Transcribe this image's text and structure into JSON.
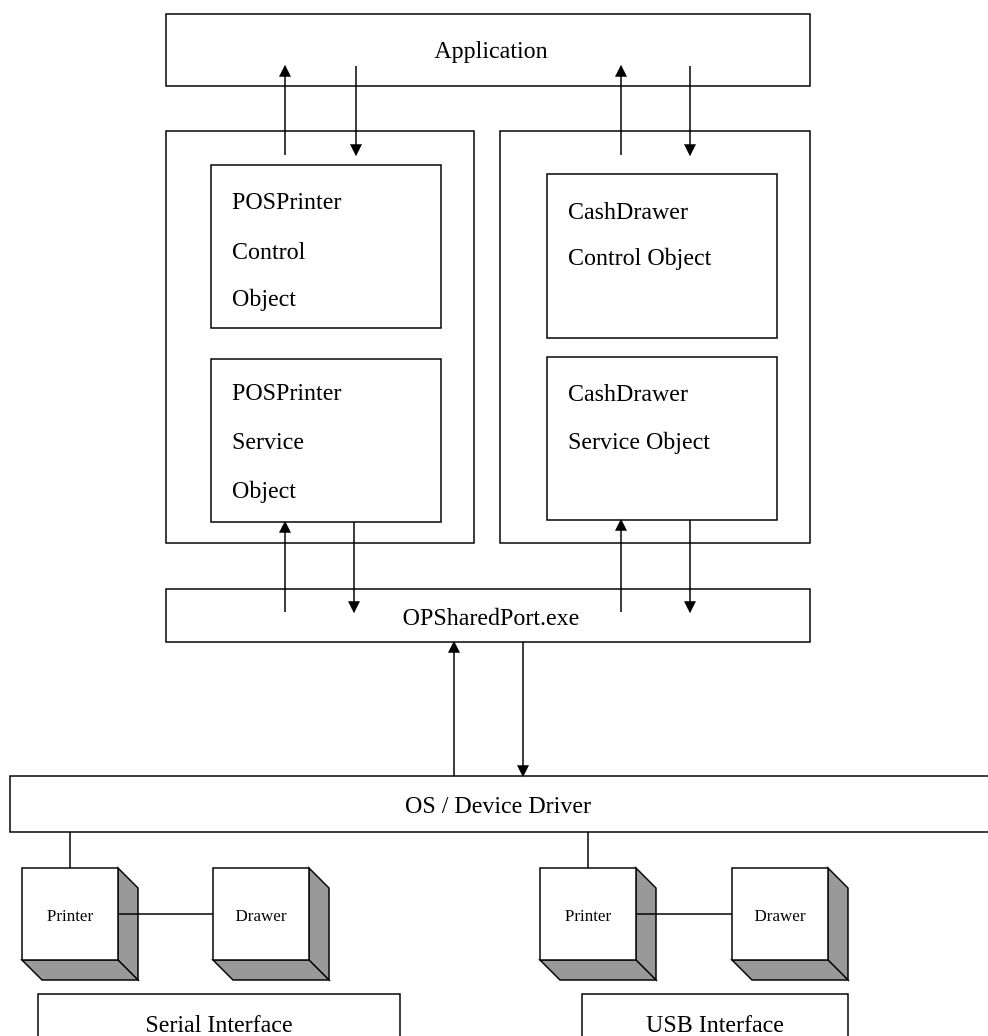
{
  "diagram": {
    "application": "Application",
    "posprinter_control": [
      "POSPrinter",
      "Control",
      "Object"
    ],
    "posprinter_service": [
      "POSPrinter",
      "Service",
      "Object"
    ],
    "cashdrawer_control": [
      "CashDrawer",
      "Control Object"
    ],
    "cashdrawer_service": [
      "CashDrawer",
      "Service Object"
    ],
    "shared_port": "OPSharedPort.exe",
    "os_driver": "OS / Device Driver",
    "serial_printer": "Printer",
    "serial_drawer": "Drawer",
    "usb_printer": "Printer",
    "usb_drawer": "Drawer",
    "serial_interface": "Serial Interface",
    "usb_interface": "USB Interface"
  },
  "colors": {
    "line": "#000000",
    "box_fill": "#ffffff",
    "device_shade": "#999999"
  },
  "icons": {
    "arrow": "arrowhead-triangle",
    "device": "3d-box"
  }
}
